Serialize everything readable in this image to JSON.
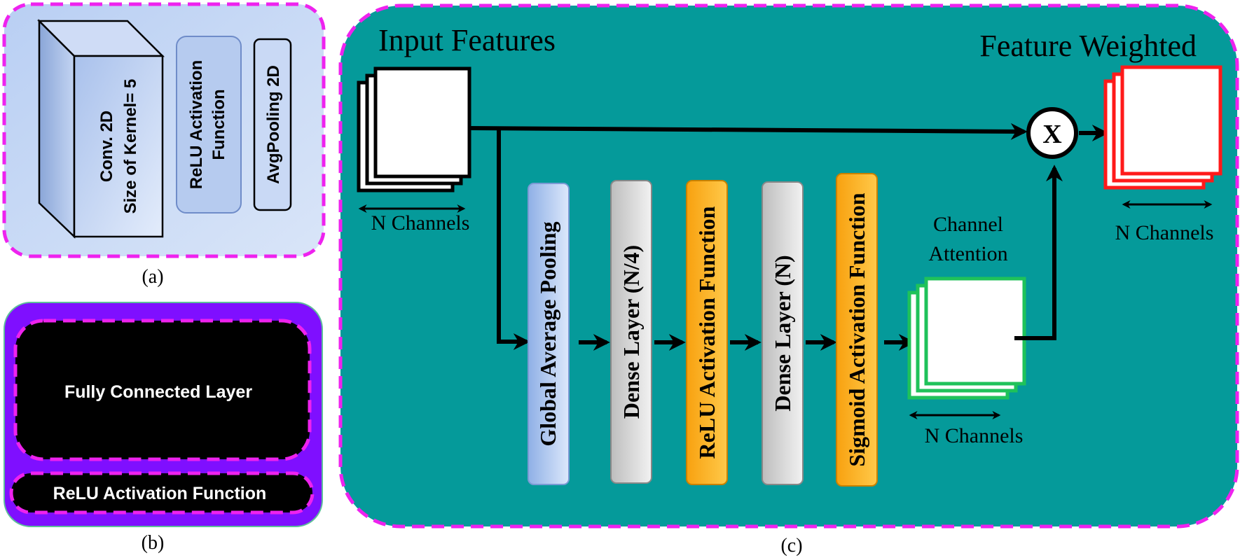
{
  "panel_a": {
    "conv_line1": "Conv. 2D",
    "conv_line2": "Size of Kernel= 5",
    "relu_line1": "ReLU Activation",
    "relu_line2": "Function",
    "avgpool": "AvgPooling 2D",
    "caption": "(a)"
  },
  "panel_b": {
    "fc_layer": "Fully Connected Layer",
    "relu": "ReLU Activation Function",
    "caption": "(b)"
  },
  "panel_c": {
    "input_title": "Input Features",
    "output_title": "Feature Weighted",
    "input_channels": "N Channels",
    "output_channels": "N Channels",
    "attention_channels": "N Channels",
    "attention_line1": "Channel",
    "attention_line2": "Attention",
    "multiply_symbol": "X",
    "gap": "Global Average Pooling",
    "dense1": "Dense Layer  (N/4)",
    "relu": "ReLU Activation Function",
    "dense2": "Dense Layer  (N)",
    "sigmoid": "Sigmoid Activation Function",
    "caption": "(c)"
  },
  "colors": {
    "panel_c_bg": "#059a9a",
    "dashed_border": "#ee22ee",
    "panel_a_bg": "#c7d9f5",
    "panel_b_bg": "#7f0fff",
    "orange": "#fbae17",
    "gray": "#d4d4d4",
    "blue": "#a9c4ec",
    "red": "#ff1a1a",
    "green": "#1fc25a"
  }
}
